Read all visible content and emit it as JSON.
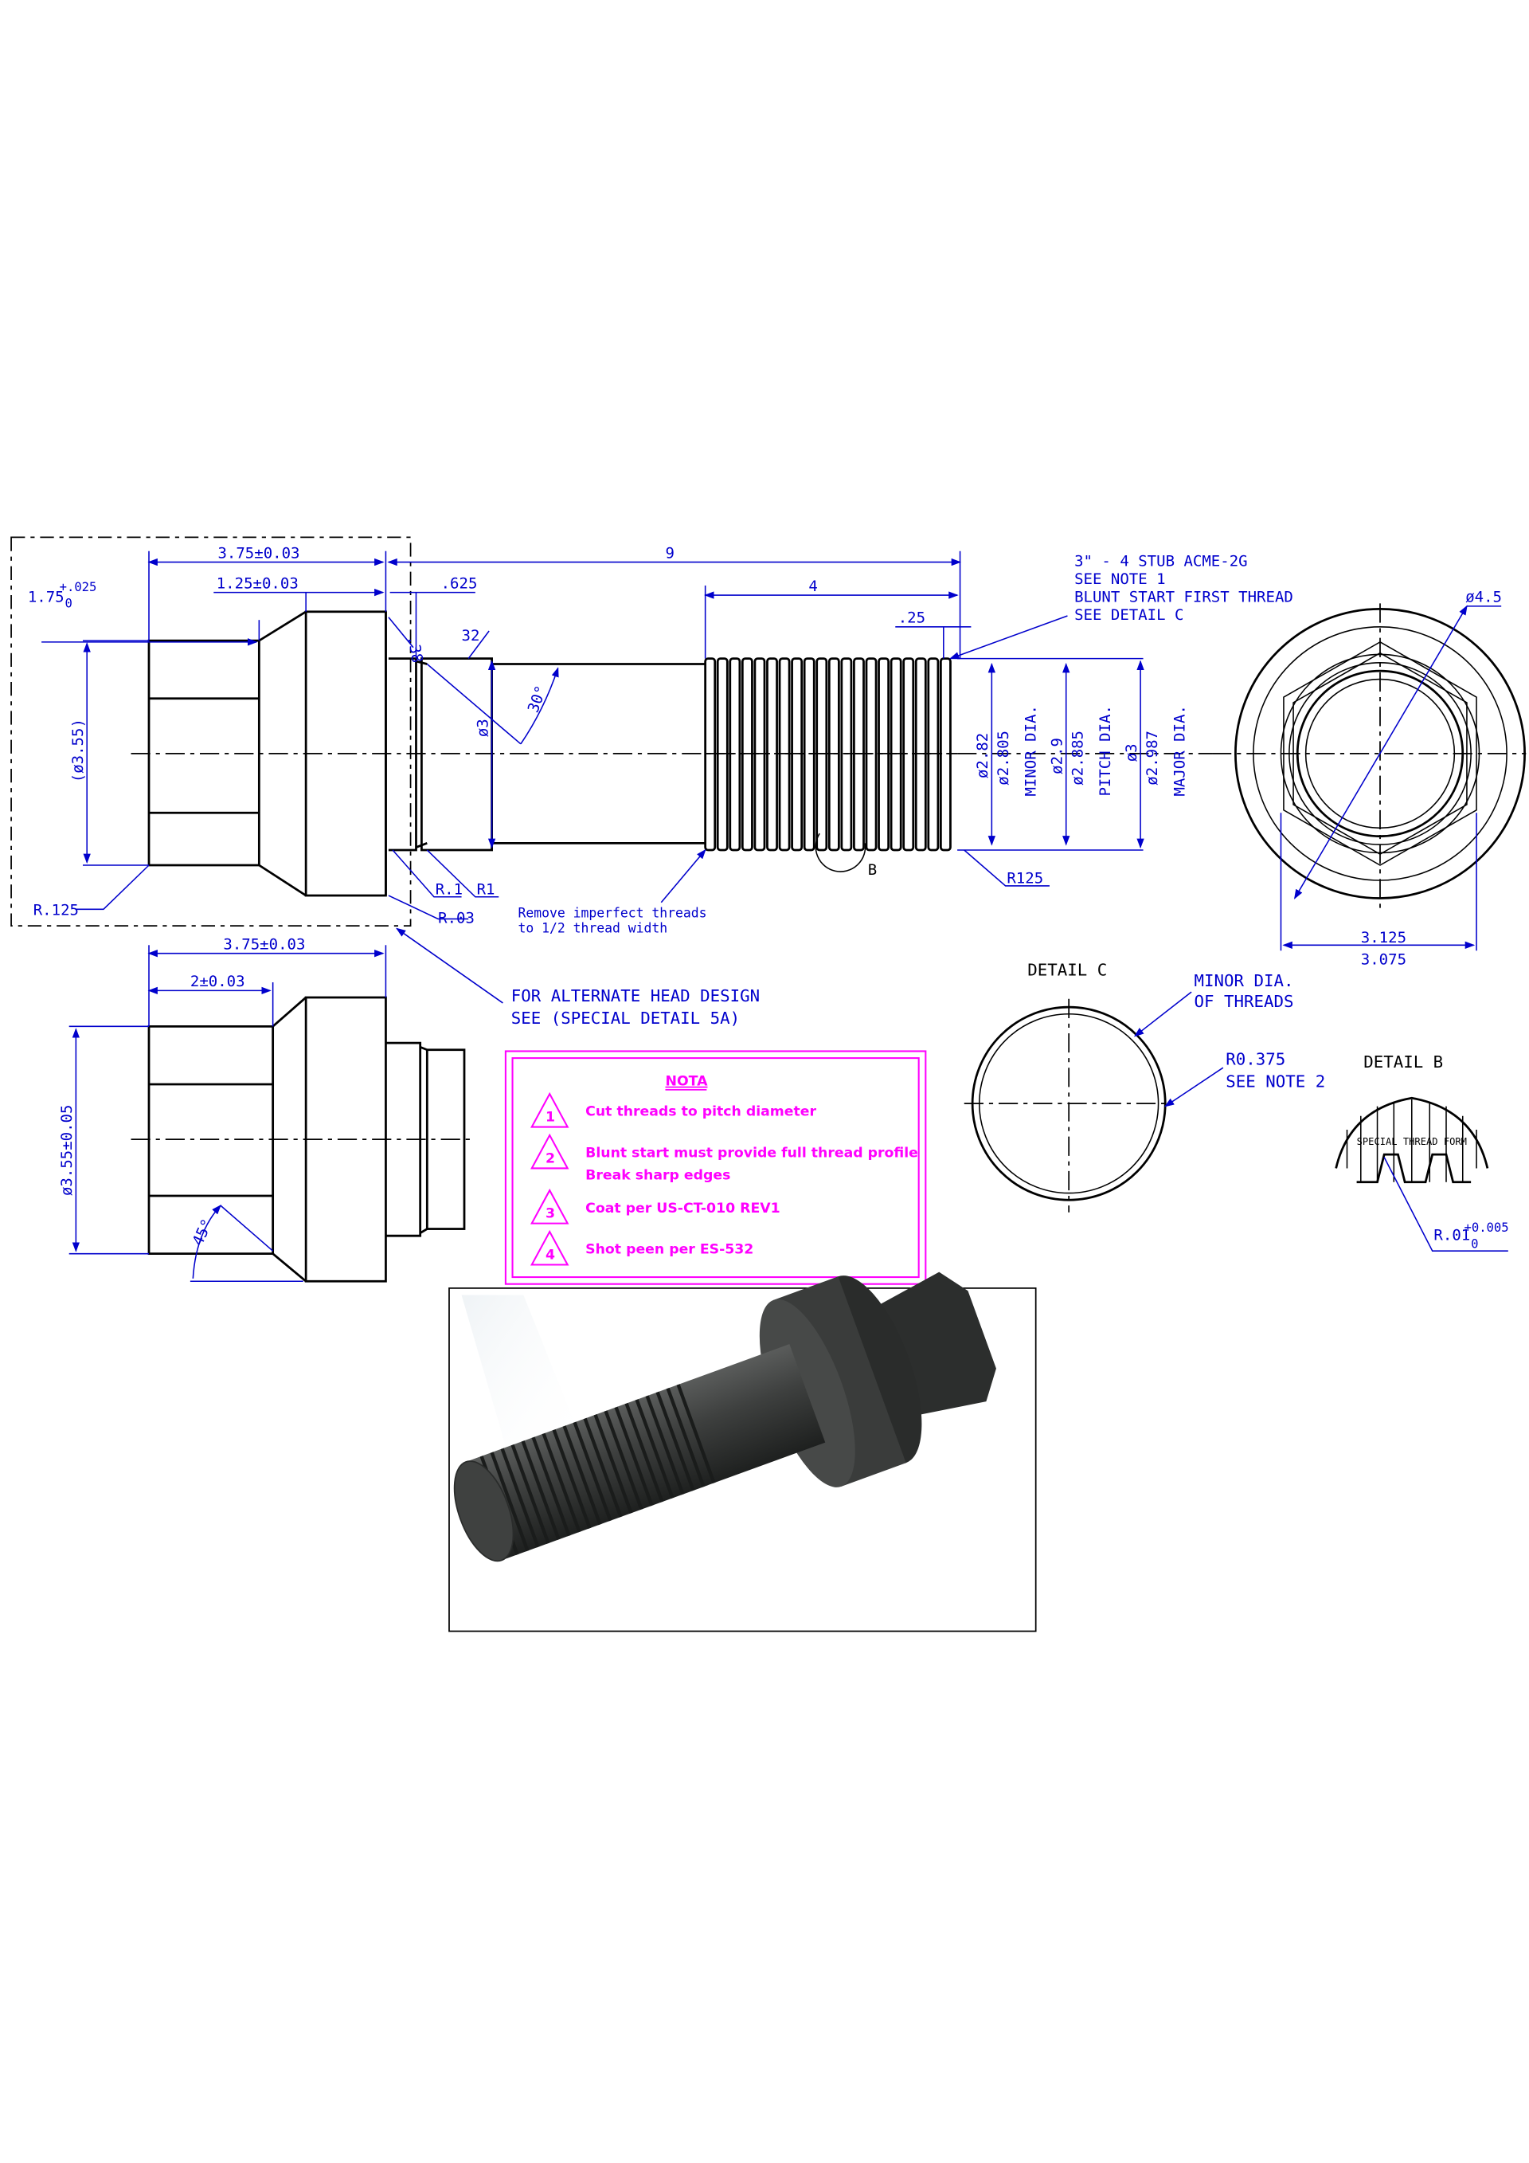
{
  "colors": {
    "dimension": "#0000cc",
    "geometry": "#000000",
    "notes": "#ff00ff",
    "render": "#3a3c3b"
  },
  "main_view": {
    "dim_head_length": "3.75±0.03",
    "dim_total_length": "9",
    "dim_flange": "1.25±0.03",
    "dim_hex_base": "1.75",
    "dim_hex_tol_upper": "+.025",
    "dim_hex_tol_lower": "0",
    "dim_neck": ".625",
    "dim_thread_length": "4",
    "dim_thread_end": ".25",
    "dim_angle_32": "32",
    "dim_38": ".38",
    "dim_30deg": "30°",
    "dim_hex_dia": "(ø3.55)",
    "dim_shank_dia": "ø3",
    "dim_r125_head": "R.125",
    "dim_r1a": "R.1",
    "dim_r1b": "R1",
    "dim_r03": "R.03",
    "dim_r125_end": "R125",
    "detail_b_marker": "B",
    "minor_dia_1": "ø2.82",
    "minor_dia_2": "ø2.805",
    "minor_label": "MINOR DIA.",
    "pitch_dia_1": "ø2.9",
    "pitch_dia_2": "ø2.885",
    "pitch_label": "PITCH DIA.",
    "major_dia_1": "ø3",
    "major_dia_2": "ø2.987",
    "major_label": "MAJOR DIA.",
    "thread_callout": [
      "3\" - 4 STUB ACME-2G",
      "SEE NOTE 1",
      "BLUNT START FIRST THREAD",
      "SEE DETAIL C"
    ],
    "imperfect_note": [
      "Remove imperfect threads",
      "to 1/2 thread width"
    ]
  },
  "end_view": {
    "dim_outer": "ø4.5",
    "dim_hex_upper": "3.125",
    "dim_hex_lower": "3.075"
  },
  "alt_head": {
    "dim_length": "3.75±0.03",
    "dim_hex": "2±0.03",
    "dim_dia": "ø3.55±0.05",
    "dim_angle": "45°",
    "callout": [
      "FOR ALTERNATE HEAD DESIGN",
      "SEE (SPECIAL DETAIL 5A)"
    ]
  },
  "detail_c": {
    "title": "DETAIL C",
    "minor_label": [
      "MINOR DIA.",
      "OF THREADS"
    ],
    "radius_label": [
      "R0.375",
      "SEE NOTE 2"
    ]
  },
  "detail_b": {
    "title": "DETAIL B",
    "form_label": "SPECIAL THREAD FORM",
    "radius": "R.01",
    "tol_upper": "+0.005",
    "tol_lower": "0"
  },
  "notes": {
    "title": "NOTA",
    "items": [
      {
        "num": "1",
        "lines": [
          "Cut threads to pitch diameter"
        ]
      },
      {
        "num": "2",
        "lines": [
          "Blunt start must provide full thread profile",
          "Break sharp edges"
        ]
      },
      {
        "num": "3",
        "lines": [
          "Coat per US-CT-010 REV1"
        ]
      },
      {
        "num": "4",
        "lines": [
          "Shot peen per ES-532"
        ]
      }
    ]
  }
}
